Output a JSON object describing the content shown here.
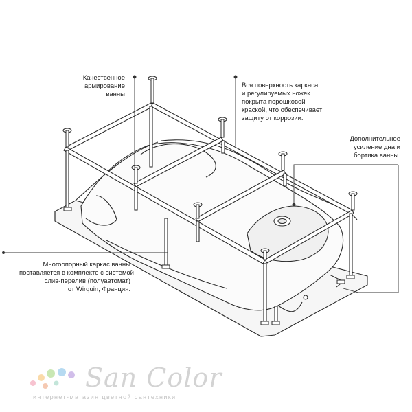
{
  "callouts": {
    "reinforcement": {
      "lines": [
        "Качественное",
        "армирование",
        "ванны"
      ]
    },
    "coating": {
      "lines": [
        "Вся поверхность каркаса",
        "и регулируемых ножек",
        "покрыта порошковой",
        "краской, что обеспечивает",
        "защиту от коррозии."
      ]
    },
    "extra_support": {
      "lines": [
        "Дополнительное",
        "усиление дна и",
        "бортика ванны."
      ]
    },
    "frame_kit": {
      "lines": [
        "Многоопорный каркас ванны",
        "поставляется в комплекте с системой",
        "слив-перелив (полуавтомат)",
        "от Wirquin, Франция."
      ]
    }
  },
  "brand": {
    "name": "San Color",
    "tagline": "интернет-магазин цветной сантехники",
    "dot_colors": [
      "#f6b8c8",
      "#f9d39a",
      "#bfe3a6",
      "#a9d3ef",
      "#c9b3e6",
      "#f3c0a4",
      "#b8e0d2"
    ]
  },
  "colors": {
    "line": "#2a2a2a",
    "leader": "#333333",
    "bath_fill": "#f4f4f4"
  }
}
